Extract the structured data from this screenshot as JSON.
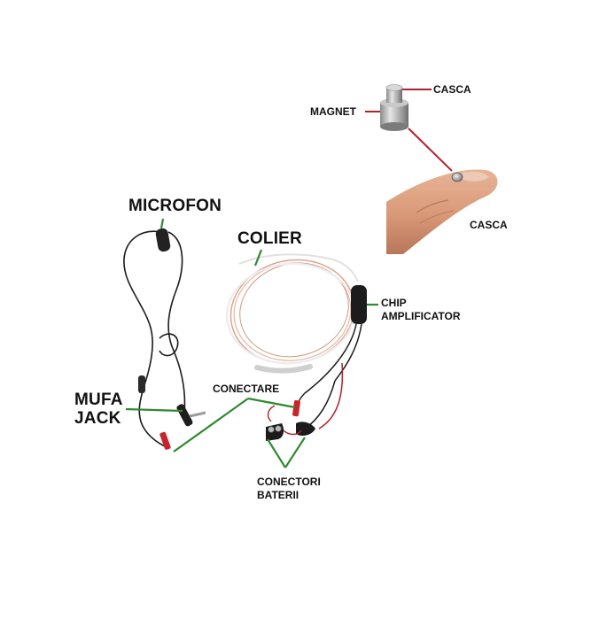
{
  "labels": {
    "casca_top": "CASCA",
    "magnet": "MAGNET",
    "casca_finger": "CASCA",
    "microfon": "MICROFON",
    "colier": "COLIER",
    "chip_line1": "CHIP",
    "chip_line2": "AMPLIFICATOR",
    "mufa_line1": "MUFA",
    "mufa_line2": "JACK",
    "conectare": "CONECTARE",
    "conectori_line1": "CONECTORI",
    "conectori_line2": "BATERII"
  },
  "colors": {
    "pointer_red": "#b0212f",
    "pointer_green": "#2f8a2f",
    "label_text": "#111111",
    "background": "#ffffff"
  }
}
